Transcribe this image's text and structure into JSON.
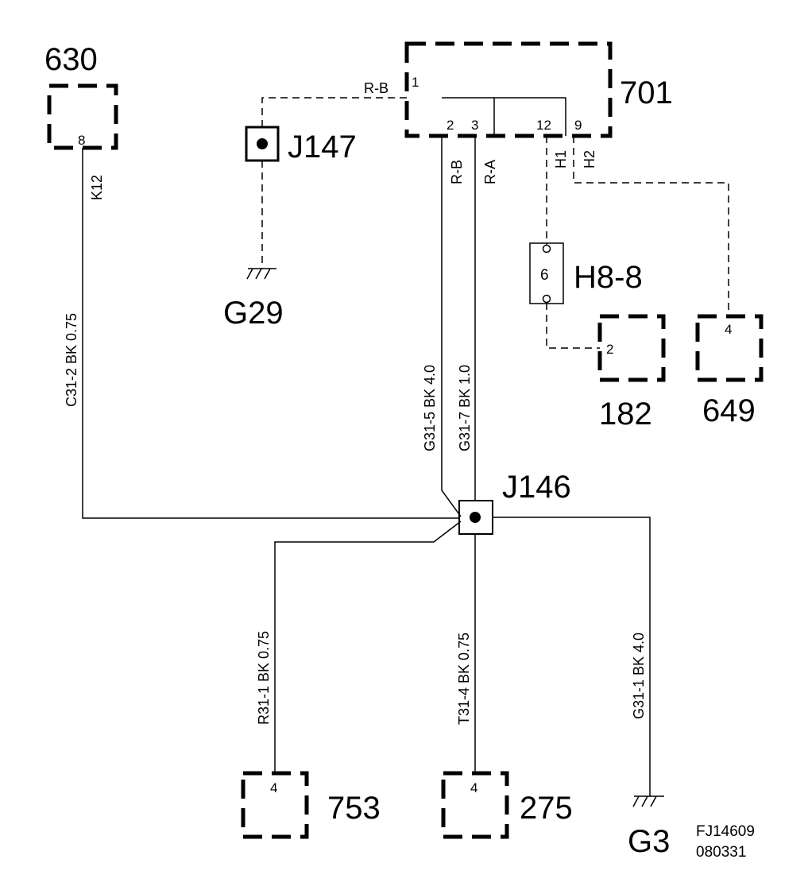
{
  "components": {
    "c630": "630",
    "c701": "701",
    "c182": "182",
    "c649": "649",
    "c753": "753",
    "c275": "275"
  },
  "pins": {
    "p630": "8",
    "p701_1": "1",
    "p701_2": "2",
    "p701_3": "3",
    "p701_12": "12",
    "p701_9": "9",
    "p182": "2",
    "p649": "4",
    "p753": "4",
    "p275": "4",
    "h8_pin": "6"
  },
  "junctions": {
    "j147": "J147",
    "j146": "J146"
  },
  "grounds": {
    "g29": "G29",
    "g3": "G3"
  },
  "connector": {
    "h8": "H8-8"
  },
  "wire_labels": {
    "k12": "K12",
    "rb_top": "R-B",
    "rb_vertical": "R-B",
    "ra_vertical": "R-A",
    "h1": "H1",
    "h2": "H2",
    "c31_2": "C31-2  BK  0.75",
    "g31_5": "G31-5   BK  4.0",
    "g31_7": "G31-7   BK  1.0",
    "r31_1": "R31-1  BK  0.75",
    "t31_4": "T31-4  BK  0.75",
    "g31_1": "G31-1  BK    4.0"
  },
  "figure_code": {
    "line1": "FJ14609",
    "line2": "080331"
  }
}
